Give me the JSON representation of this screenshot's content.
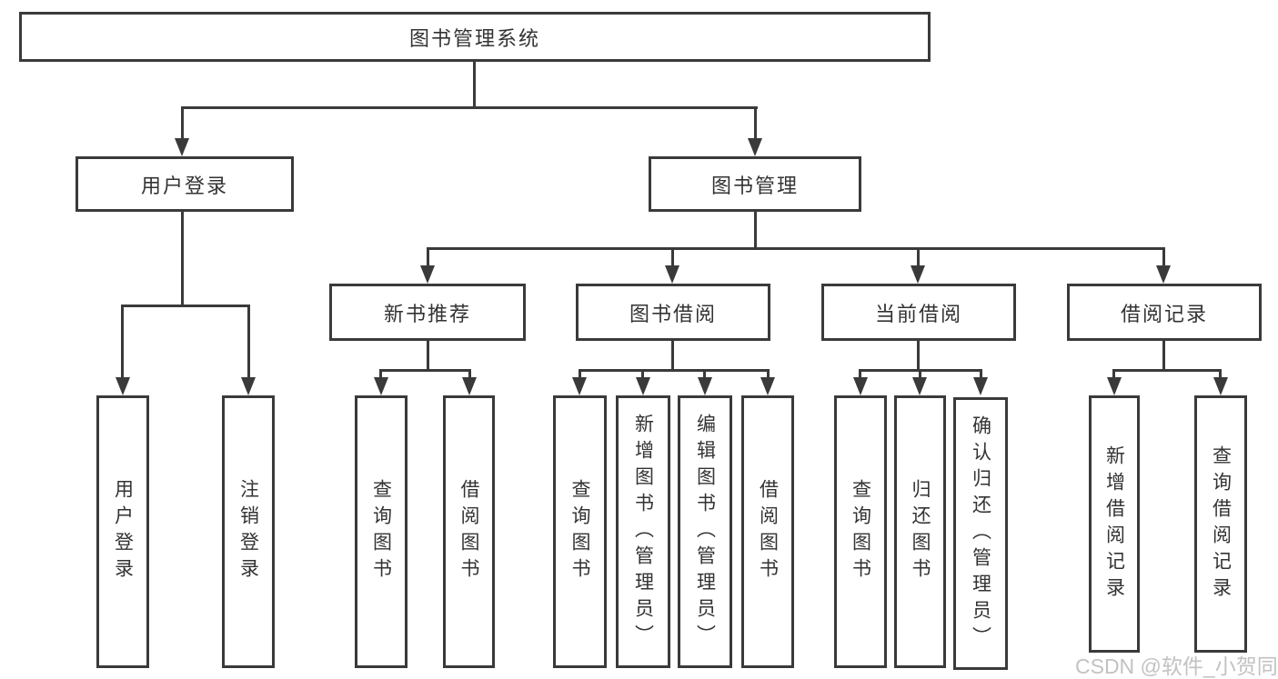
{
  "tree": {
    "root": "图书管理系统",
    "branches": [
      {
        "label": "用户登录",
        "children": [
          "用户登录",
          "注销登录"
        ]
      },
      {
        "label": "图书管理"
      }
    ],
    "modules": [
      {
        "label": "新书推荐",
        "children": [
          "查询图书",
          "借阅图书"
        ]
      },
      {
        "label": "图书借阅",
        "children": [
          "查询图书",
          "新增图书（管理员）",
          "编辑图书（管理员）",
          "借阅图书"
        ]
      },
      {
        "label": "当前借阅",
        "children": [
          "查询图书",
          "归还图书",
          "确认归还（管理员）"
        ]
      },
      {
        "label": "借阅记录",
        "children": [
          "新增借阅记录",
          "查询借阅记录"
        ]
      }
    ]
  },
  "watermark": "CSDN @软件_小贺同学",
  "colors": {
    "line": "#3a3a3a",
    "box_border": "#3a3a3a",
    "text": "#333333",
    "watermark": "#c2c2c2",
    "background": "#ffffff"
  }
}
